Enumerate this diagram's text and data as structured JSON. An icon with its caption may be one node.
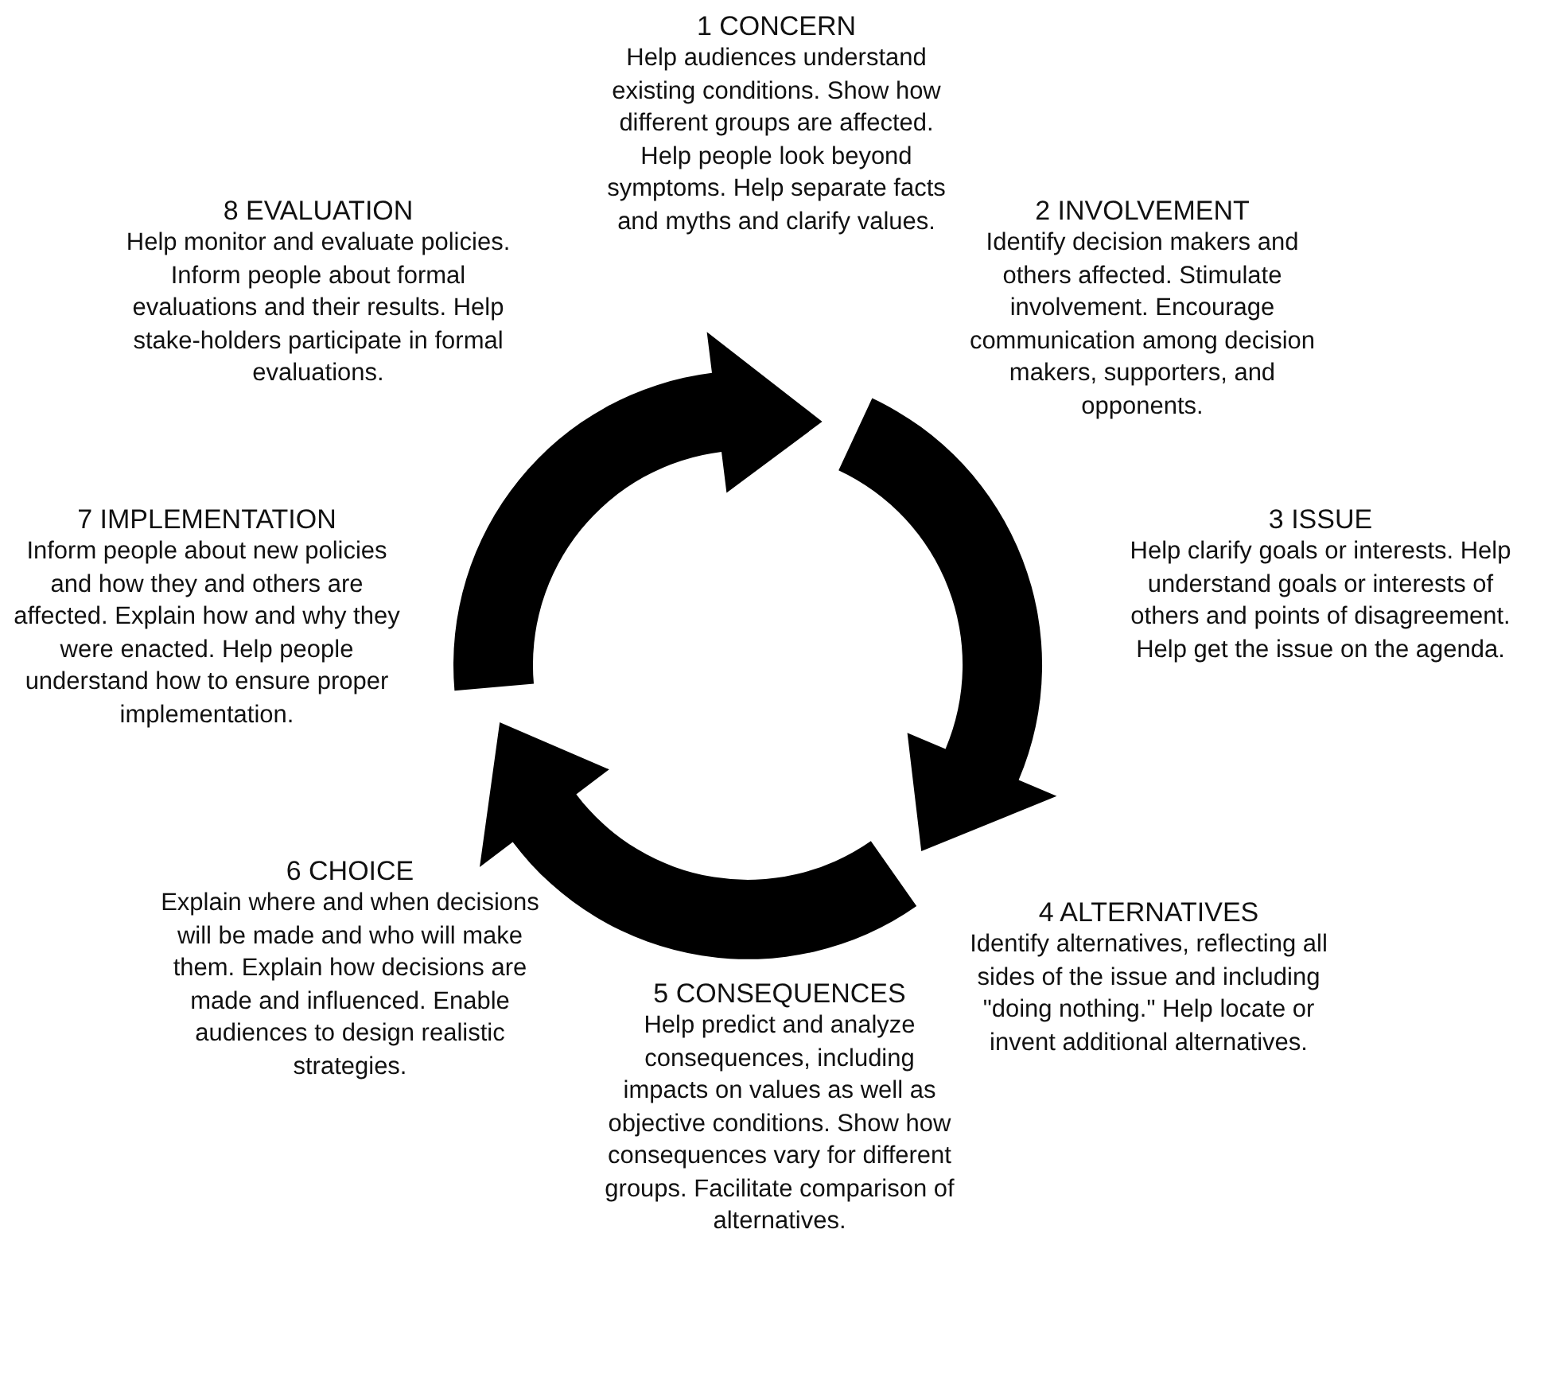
{
  "diagram": {
    "nodes": [
      {
        "text": [
          "1 CONCERN",
          "Help audiences understand existing conditions. Show how different groups are affected. Help people look beyond symptoms. Help separate facts and myths and clarify values."
        ]
      },
      {
        "text": [
          "2 INVOLVEMENT",
          "Identify decision makers and others affected. Stimulate involvement. Encourage communication among decision makers, supporters, and opponents."
        ]
      },
      {
        "text": [
          "3 ISSUE",
          "Help clarify goals or interests. Help understand goals or interests of others and points of disagreement. Help get the issue on the agenda."
        ]
      },
      {
        "text": [
          "4 ALTERNATIVES",
          "Identify alternatives, reflecting all sides of the issue and including \"doing nothing.\" Help locate or invent additional alternatives."
        ]
      },
      {
        "text": [
          "5 CONSEQUENCES",
          "Help predict and analyze consequences, including impacts on values as well as objective conditions. Show how consequences vary for different groups. Facilitate comparison of alternatives."
        ]
      },
      {
        "text": [
          "6 CHOICE",
          "Explain where and when decisions will be made and who will make them. Explain how decisions are made and influenced. Enable audiences to design realistic strategies."
        ]
      },
      {
        "text": [
          "7 IMPLEMENTATION",
          "Inform people about new policies and how they and others are affected. Explain how and why they were enacted. Help people understand how to ensure proper implementation."
        ]
      },
      {
        "text": [
          "8 EVALUATION",
          "Help monitor and evaluate policies. Inform people about formal evaluations and their results. Help stake-holders participate in formal evaluations."
        ]
      }
    ]
  }
}
